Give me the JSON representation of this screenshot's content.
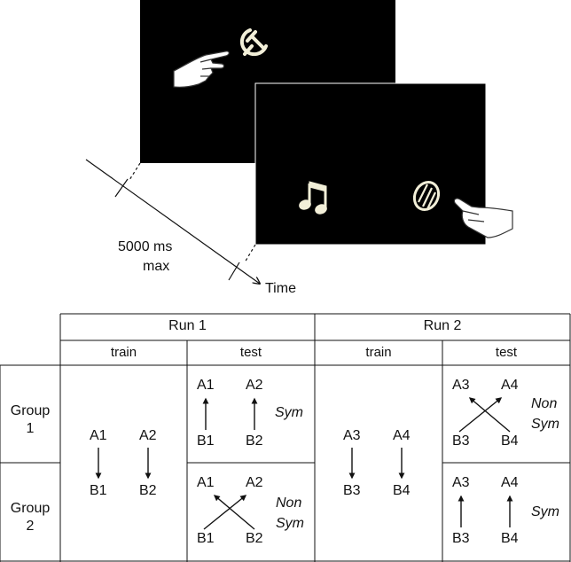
{
  "timeline": {
    "duration_label": "5000 ms",
    "max_label": "max",
    "time_label": "Time"
  },
  "screens": {
    "first": {
      "symbols": [
        "hammer-sickle-icon"
      ],
      "cursor": "pointing-hand-icon"
    },
    "second": {
      "symbols": [
        "music-note-icon",
        "striped-oval-icon"
      ],
      "cursor": "pointing-hand-icon"
    }
  },
  "table": {
    "runs": [
      "Run 1",
      "Run 2"
    ],
    "phases": [
      "train",
      "test",
      "train",
      "test"
    ],
    "groups": [
      "Group\n1",
      "Group\n2"
    ],
    "run1_train": {
      "top": [
        "A1",
        "A2"
      ],
      "bottom": [
        "B1",
        "B2"
      ]
    },
    "run1_test_g1": {
      "top": [
        "A1",
        "A2"
      ],
      "bottom": [
        "B1",
        "B2"
      ],
      "label": "Sym"
    },
    "run1_test_g2": {
      "top": [
        "A1",
        "A2"
      ],
      "bottom": [
        "B1",
        "B2"
      ],
      "label_line1": "Non",
      "label_line2": "Sym"
    },
    "run2_train": {
      "top": [
        "A3",
        "A4"
      ],
      "bottom": [
        "B3",
        "B4"
      ]
    },
    "run2_test_g1": {
      "top": [
        "A3",
        "A4"
      ],
      "bottom": [
        "B3",
        "B4"
      ],
      "label_line1": "Non",
      "label_line2": "Sym"
    },
    "run2_test_g2": {
      "top": [
        "A3",
        "A4"
      ],
      "bottom": [
        "B3",
        "B4"
      ],
      "label": "Sym"
    }
  }
}
